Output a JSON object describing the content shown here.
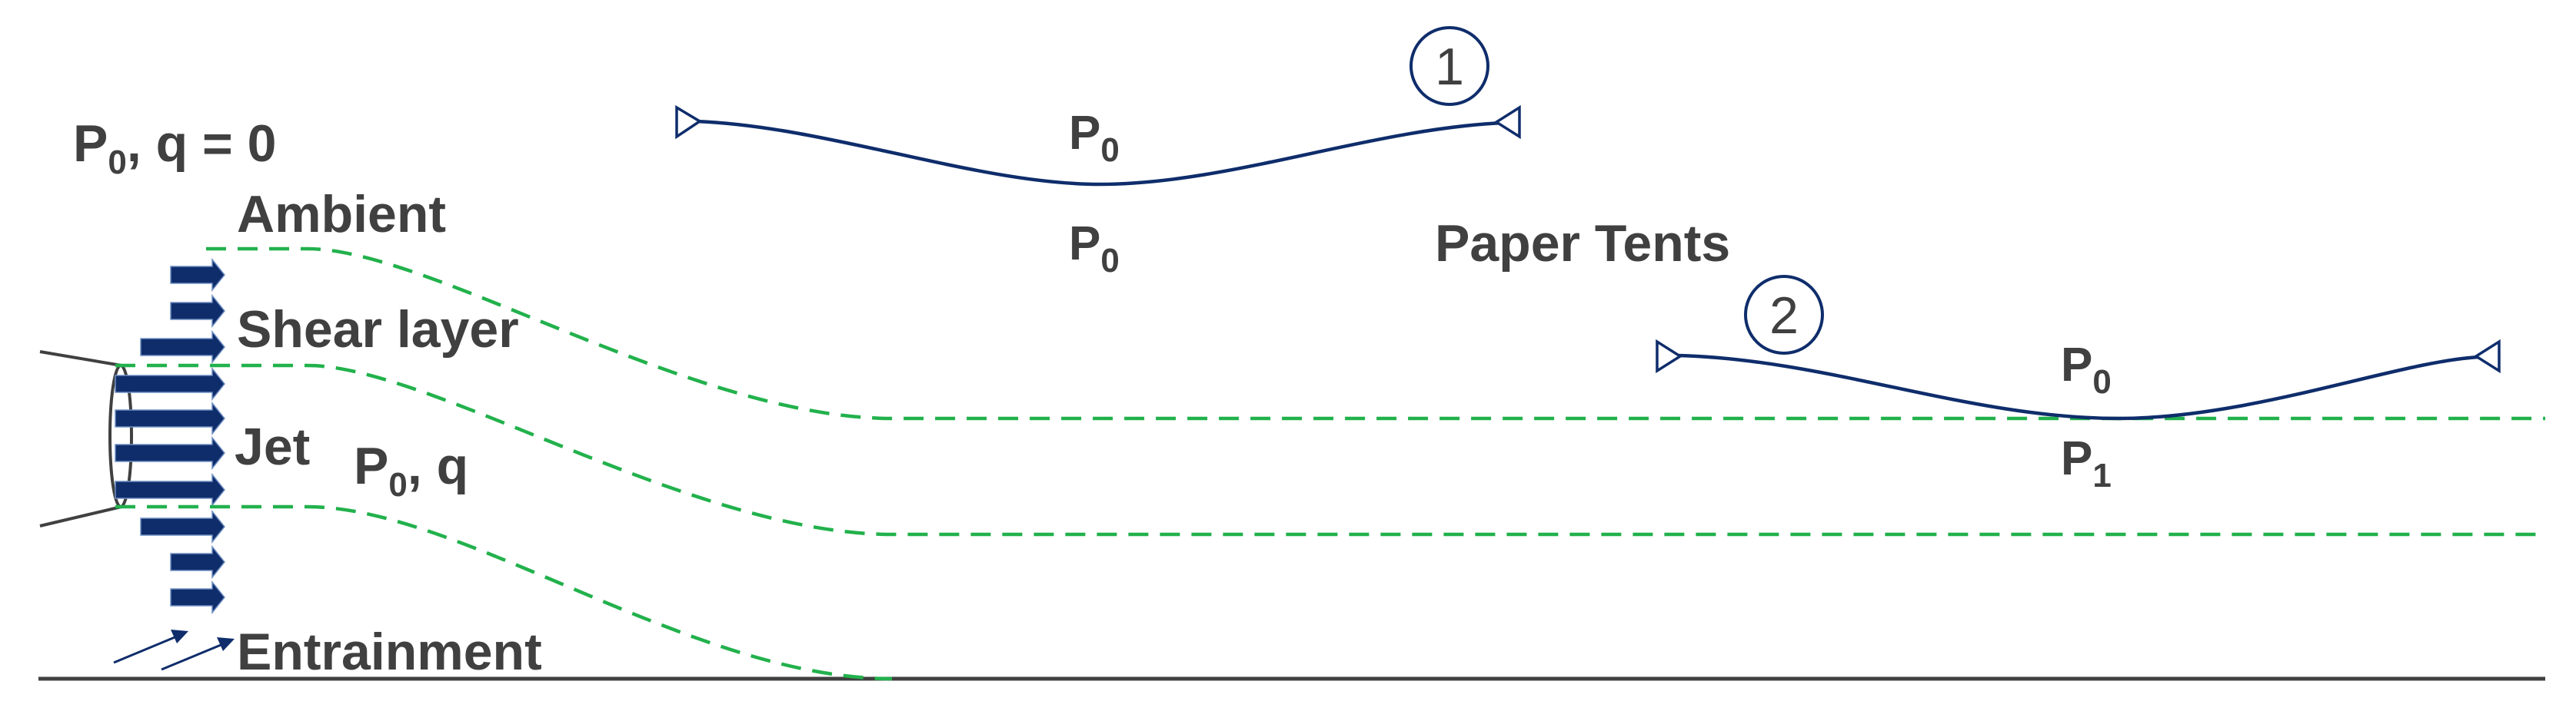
{
  "labels": {
    "ambient_conditions_symbol": "P",
    "ambient_conditions_subscript": "0",
    "ambient_conditions_rest": ", q = 0",
    "ambient": "Ambient",
    "shear_layer": "Shear layer",
    "jet": "Jet",
    "jet_conditions_symbol": "P",
    "jet_conditions_subscript": "0",
    "jet_conditions_rest": ", q",
    "entrainment": "Entrainment",
    "paper_tents": "Paper Tents"
  },
  "tent1": {
    "number": "1",
    "above_symbol": "P",
    "above_subscript": "0",
    "below_symbol": "P",
    "below_subscript": "0"
  },
  "tent2": {
    "number": "2",
    "above_symbol": "P",
    "above_subscript": "0",
    "below_symbol": "P",
    "below_subscript": "1"
  },
  "colors": {
    "boundary_dashed": "#22b14c",
    "tent_and_arrows": "#0f2d6b",
    "text": "#404040"
  }
}
